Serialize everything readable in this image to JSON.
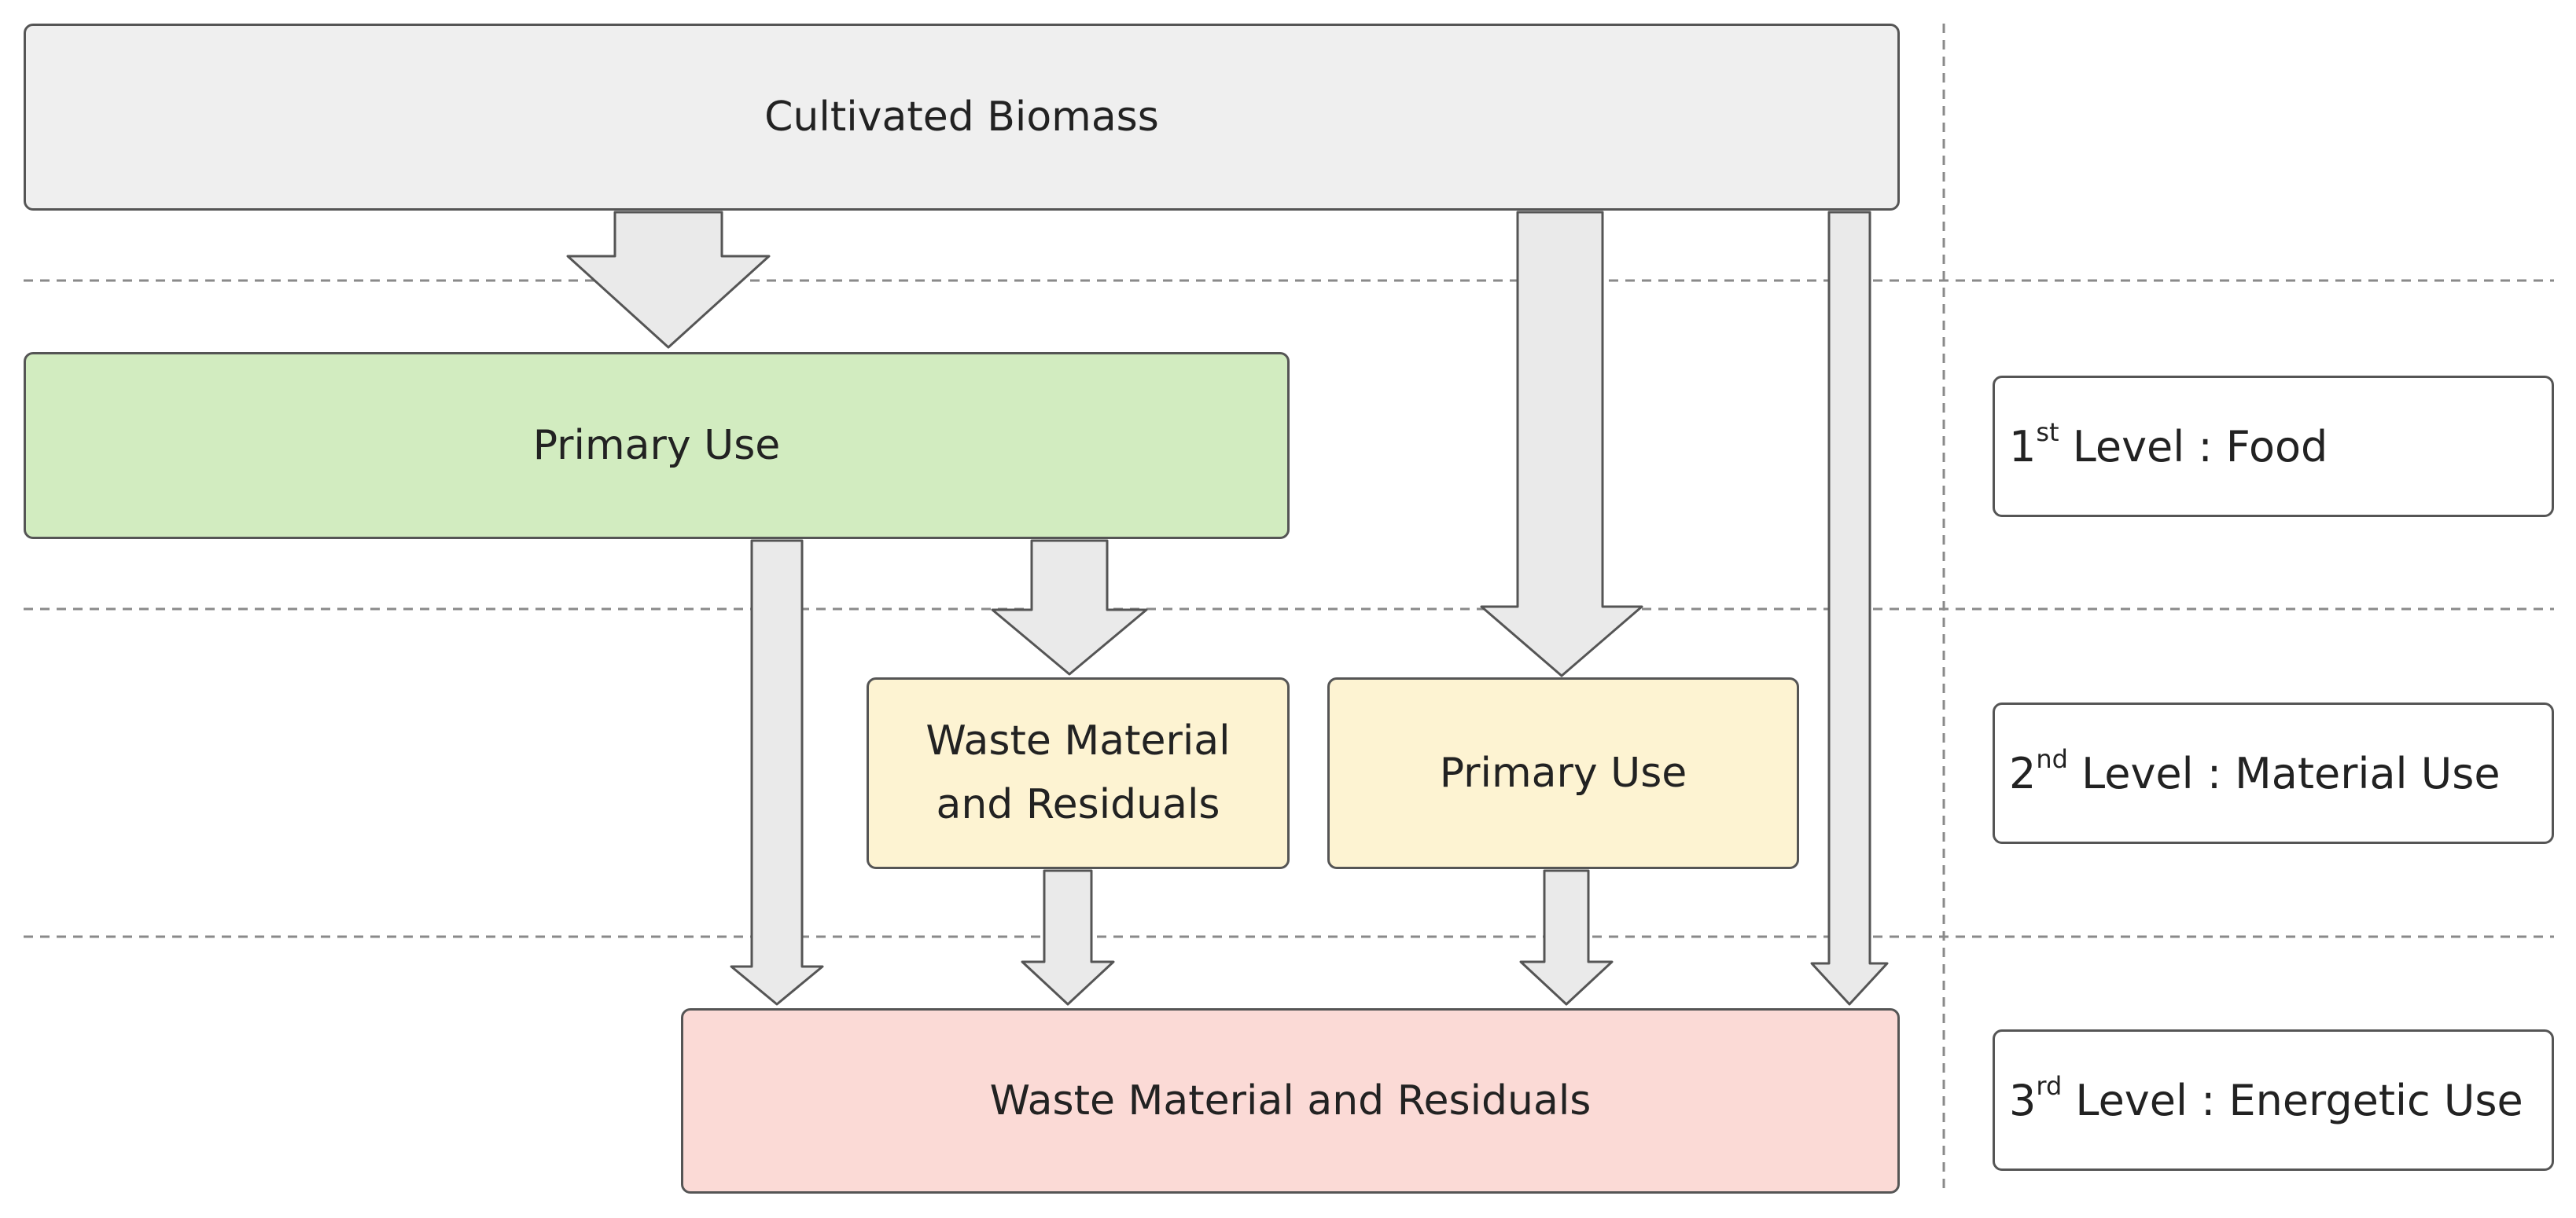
{
  "boxes": {
    "cultivated_biomass": "Cultivated Biomass",
    "primary_use_food": "Primary Use",
    "waste_material_mid_line1": "Waste Material",
    "waste_material_mid_line2": "and Residuals",
    "primary_use_material": "Primary Use",
    "waste_material_energetic": "Waste Material and Residuals"
  },
  "levels": [
    {
      "number": "1",
      "suffix": "st",
      "label": " Level : Food"
    },
    {
      "number": "2",
      "suffix": "nd",
      "label": " Level : Material Use"
    },
    {
      "number": "3",
      "suffix": "rd",
      "label": " Level : Energetic Use"
    }
  ],
  "colors": {
    "biomass_fill": "#efefef",
    "food_fill": "#d2ecc0",
    "material_fill": "#fdf3d2",
    "energetic_fill": "#fbdad6",
    "arrow_fill": "#eaeaea",
    "outline": "#555555"
  }
}
